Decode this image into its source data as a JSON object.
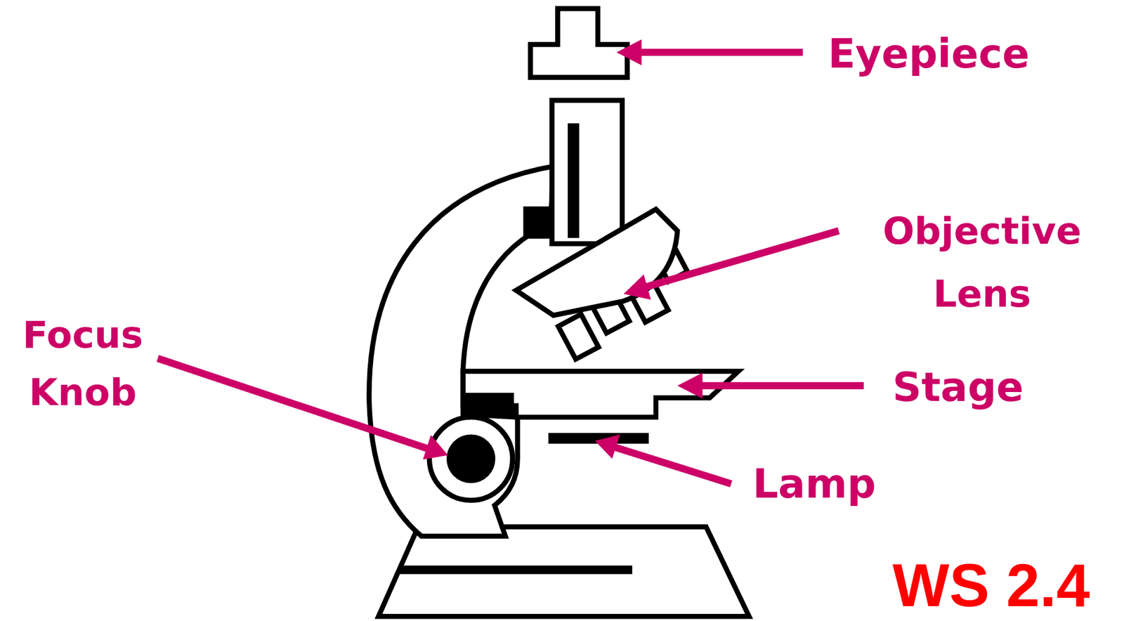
{
  "diagram": {
    "labels": [
      "Eyepiece",
      "Objective Lens",
      "Focus Knob",
      "Stage",
      "Lamp",
      "WS 2.4"
    ]
  }
}
